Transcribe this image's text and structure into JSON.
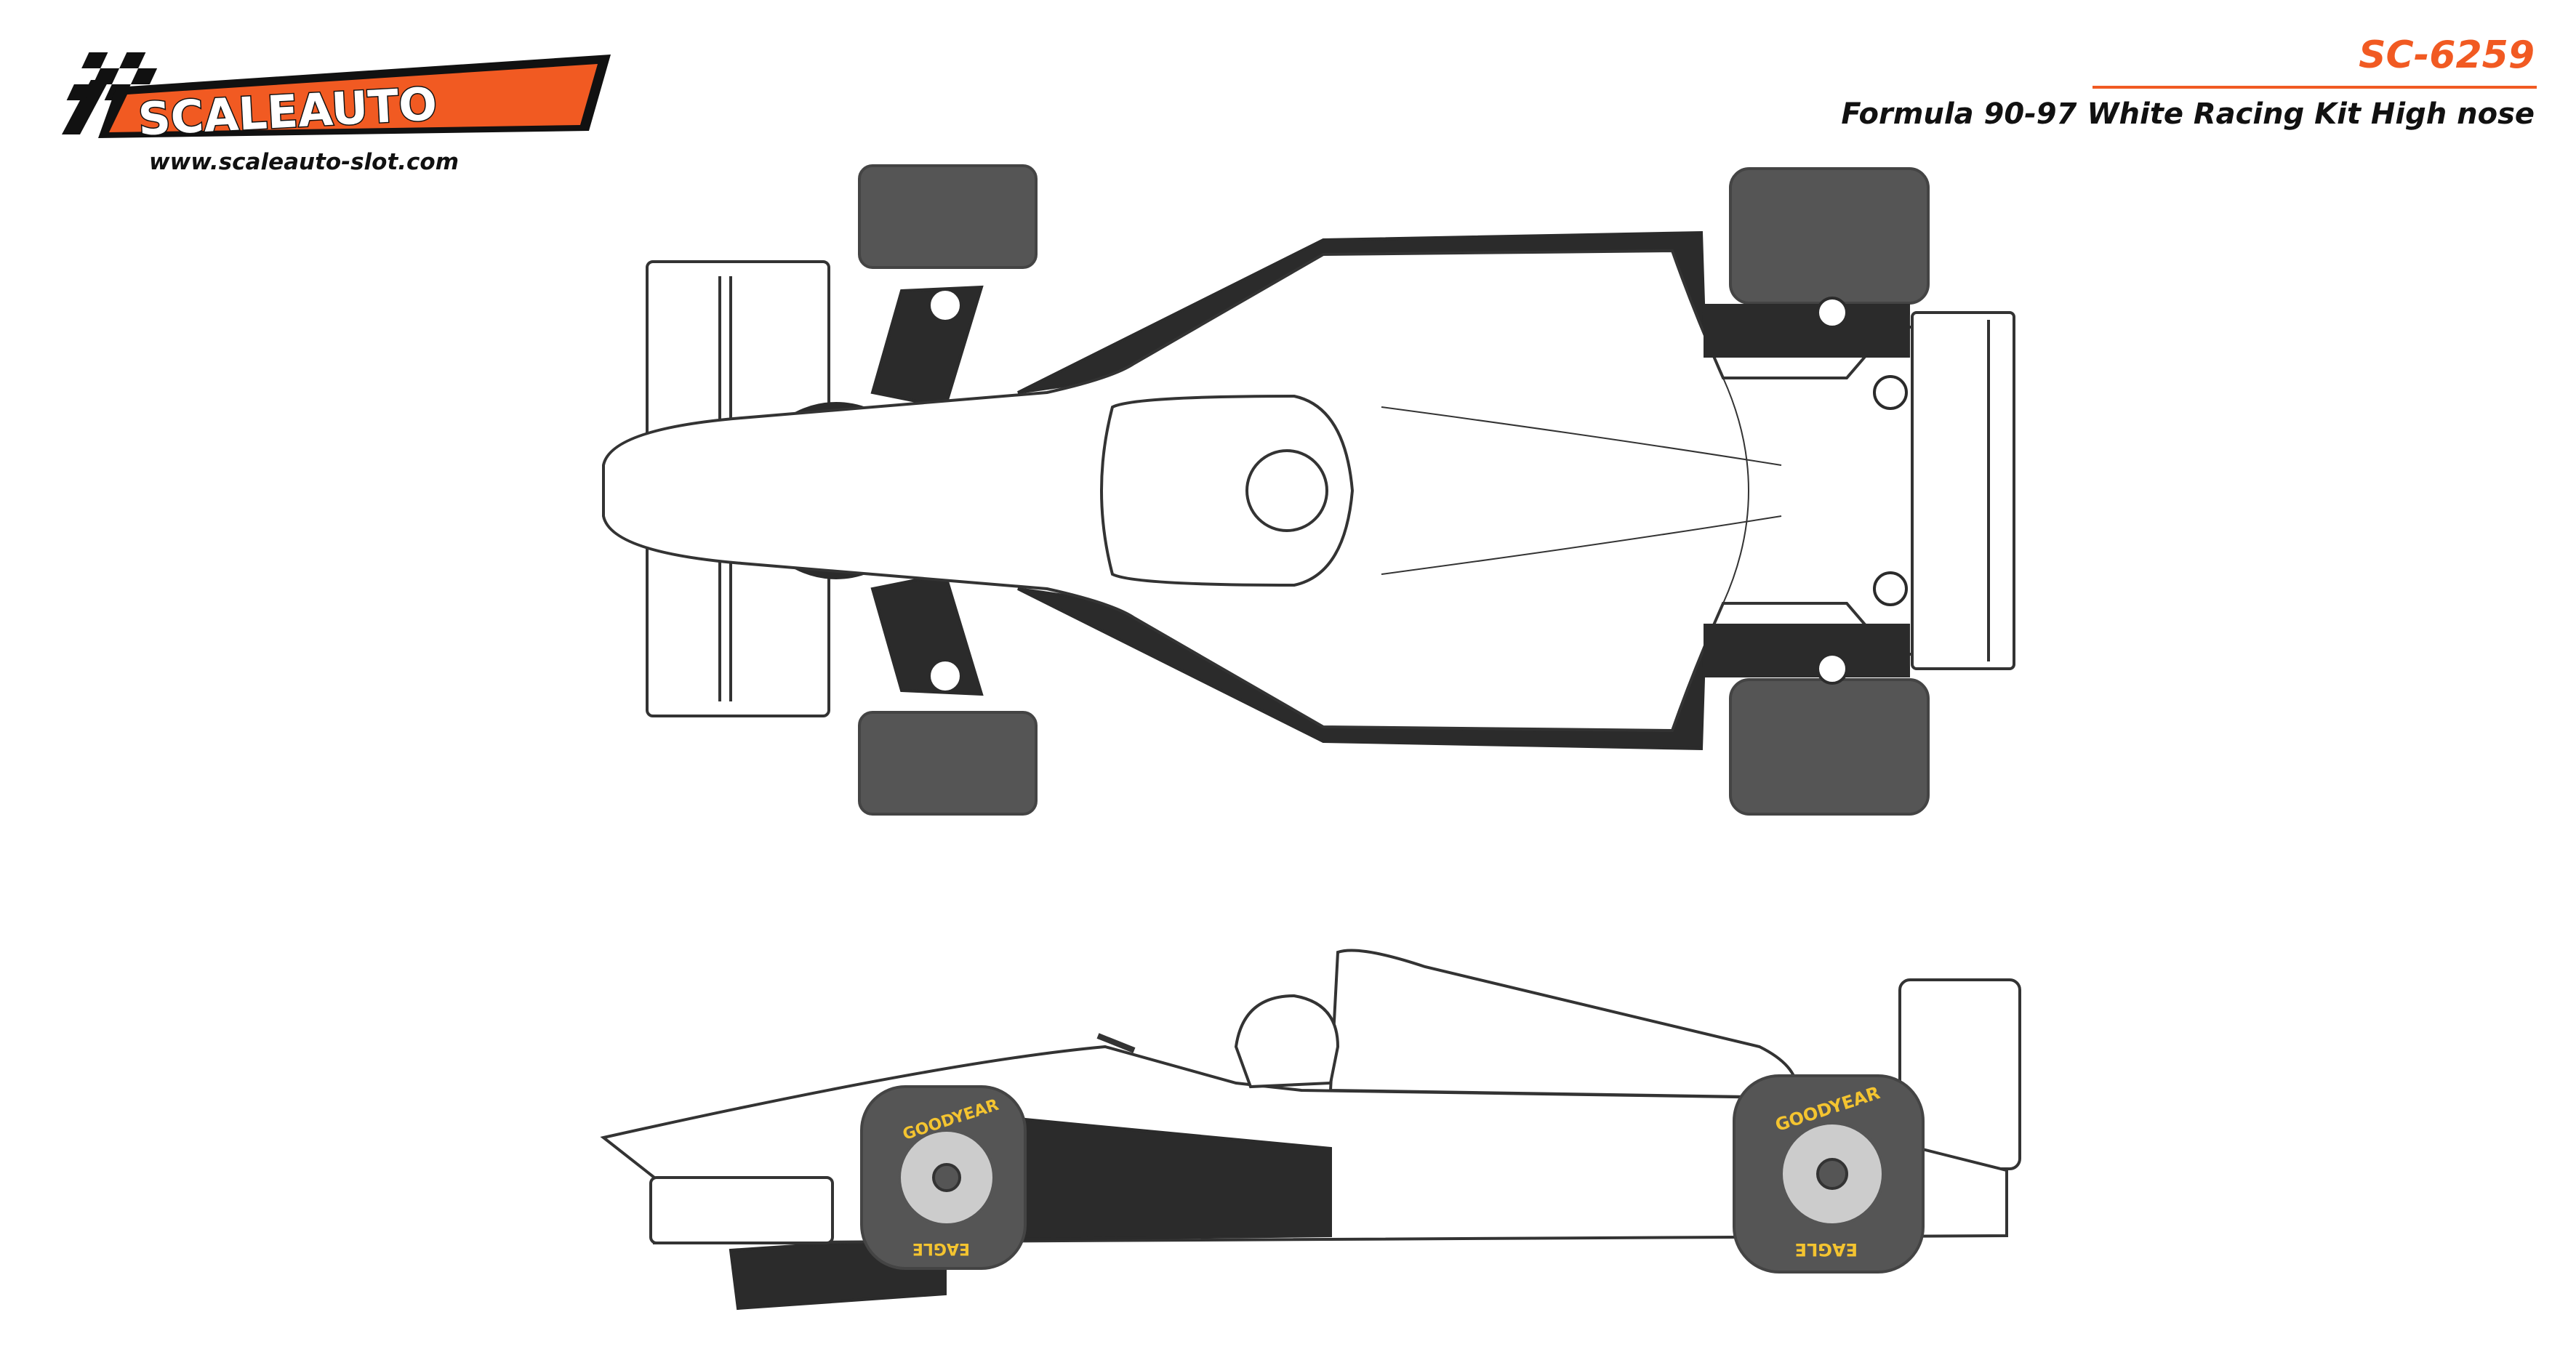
{
  "brand": {
    "logo_text": "SCALEAUTO",
    "website": "www.scaleauto-slot.com"
  },
  "product": {
    "sku": "SC-6259",
    "title": "Formula 90-97 White Racing Kit High nose"
  },
  "tire_markings": {
    "brand": "GOODYEAR",
    "model": "EAGLE"
  },
  "colors": {
    "accent": "#f15a22",
    "tire": "#555555",
    "dark": "#2b2b2b",
    "tire_text": "#f4c430"
  },
  "views": [
    "top-view",
    "side-view"
  ]
}
